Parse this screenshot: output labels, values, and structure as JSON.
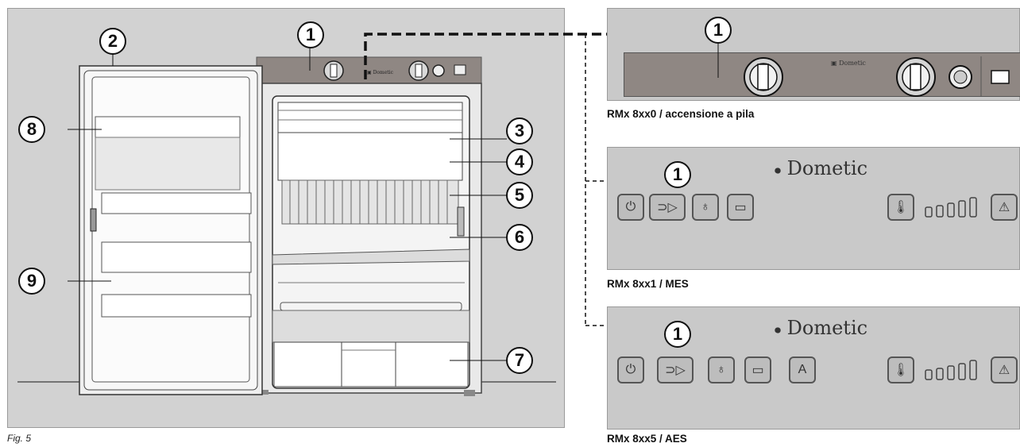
{
  "figure_label": "Fig. 5",
  "brand": "Dometic",
  "callouts": {
    "c1": "1",
    "c2": "2",
    "c3": "3",
    "c4": "4",
    "c5": "5",
    "c6": "6",
    "c7": "7",
    "c8": "8",
    "c9": "9"
  },
  "variants": [
    {
      "caption": "RMx 8xx0 / accensione a pila",
      "callout": "1"
    },
    {
      "caption": "RMx 8xx1 /  MES",
      "callout": "1"
    },
    {
      "caption": "RMx 8xx5 / AES",
      "callout": "1"
    }
  ],
  "aes_auto_label": "A",
  "colors": {
    "panel_bg": "#c9c9c9",
    "frame": "#111111"
  }
}
